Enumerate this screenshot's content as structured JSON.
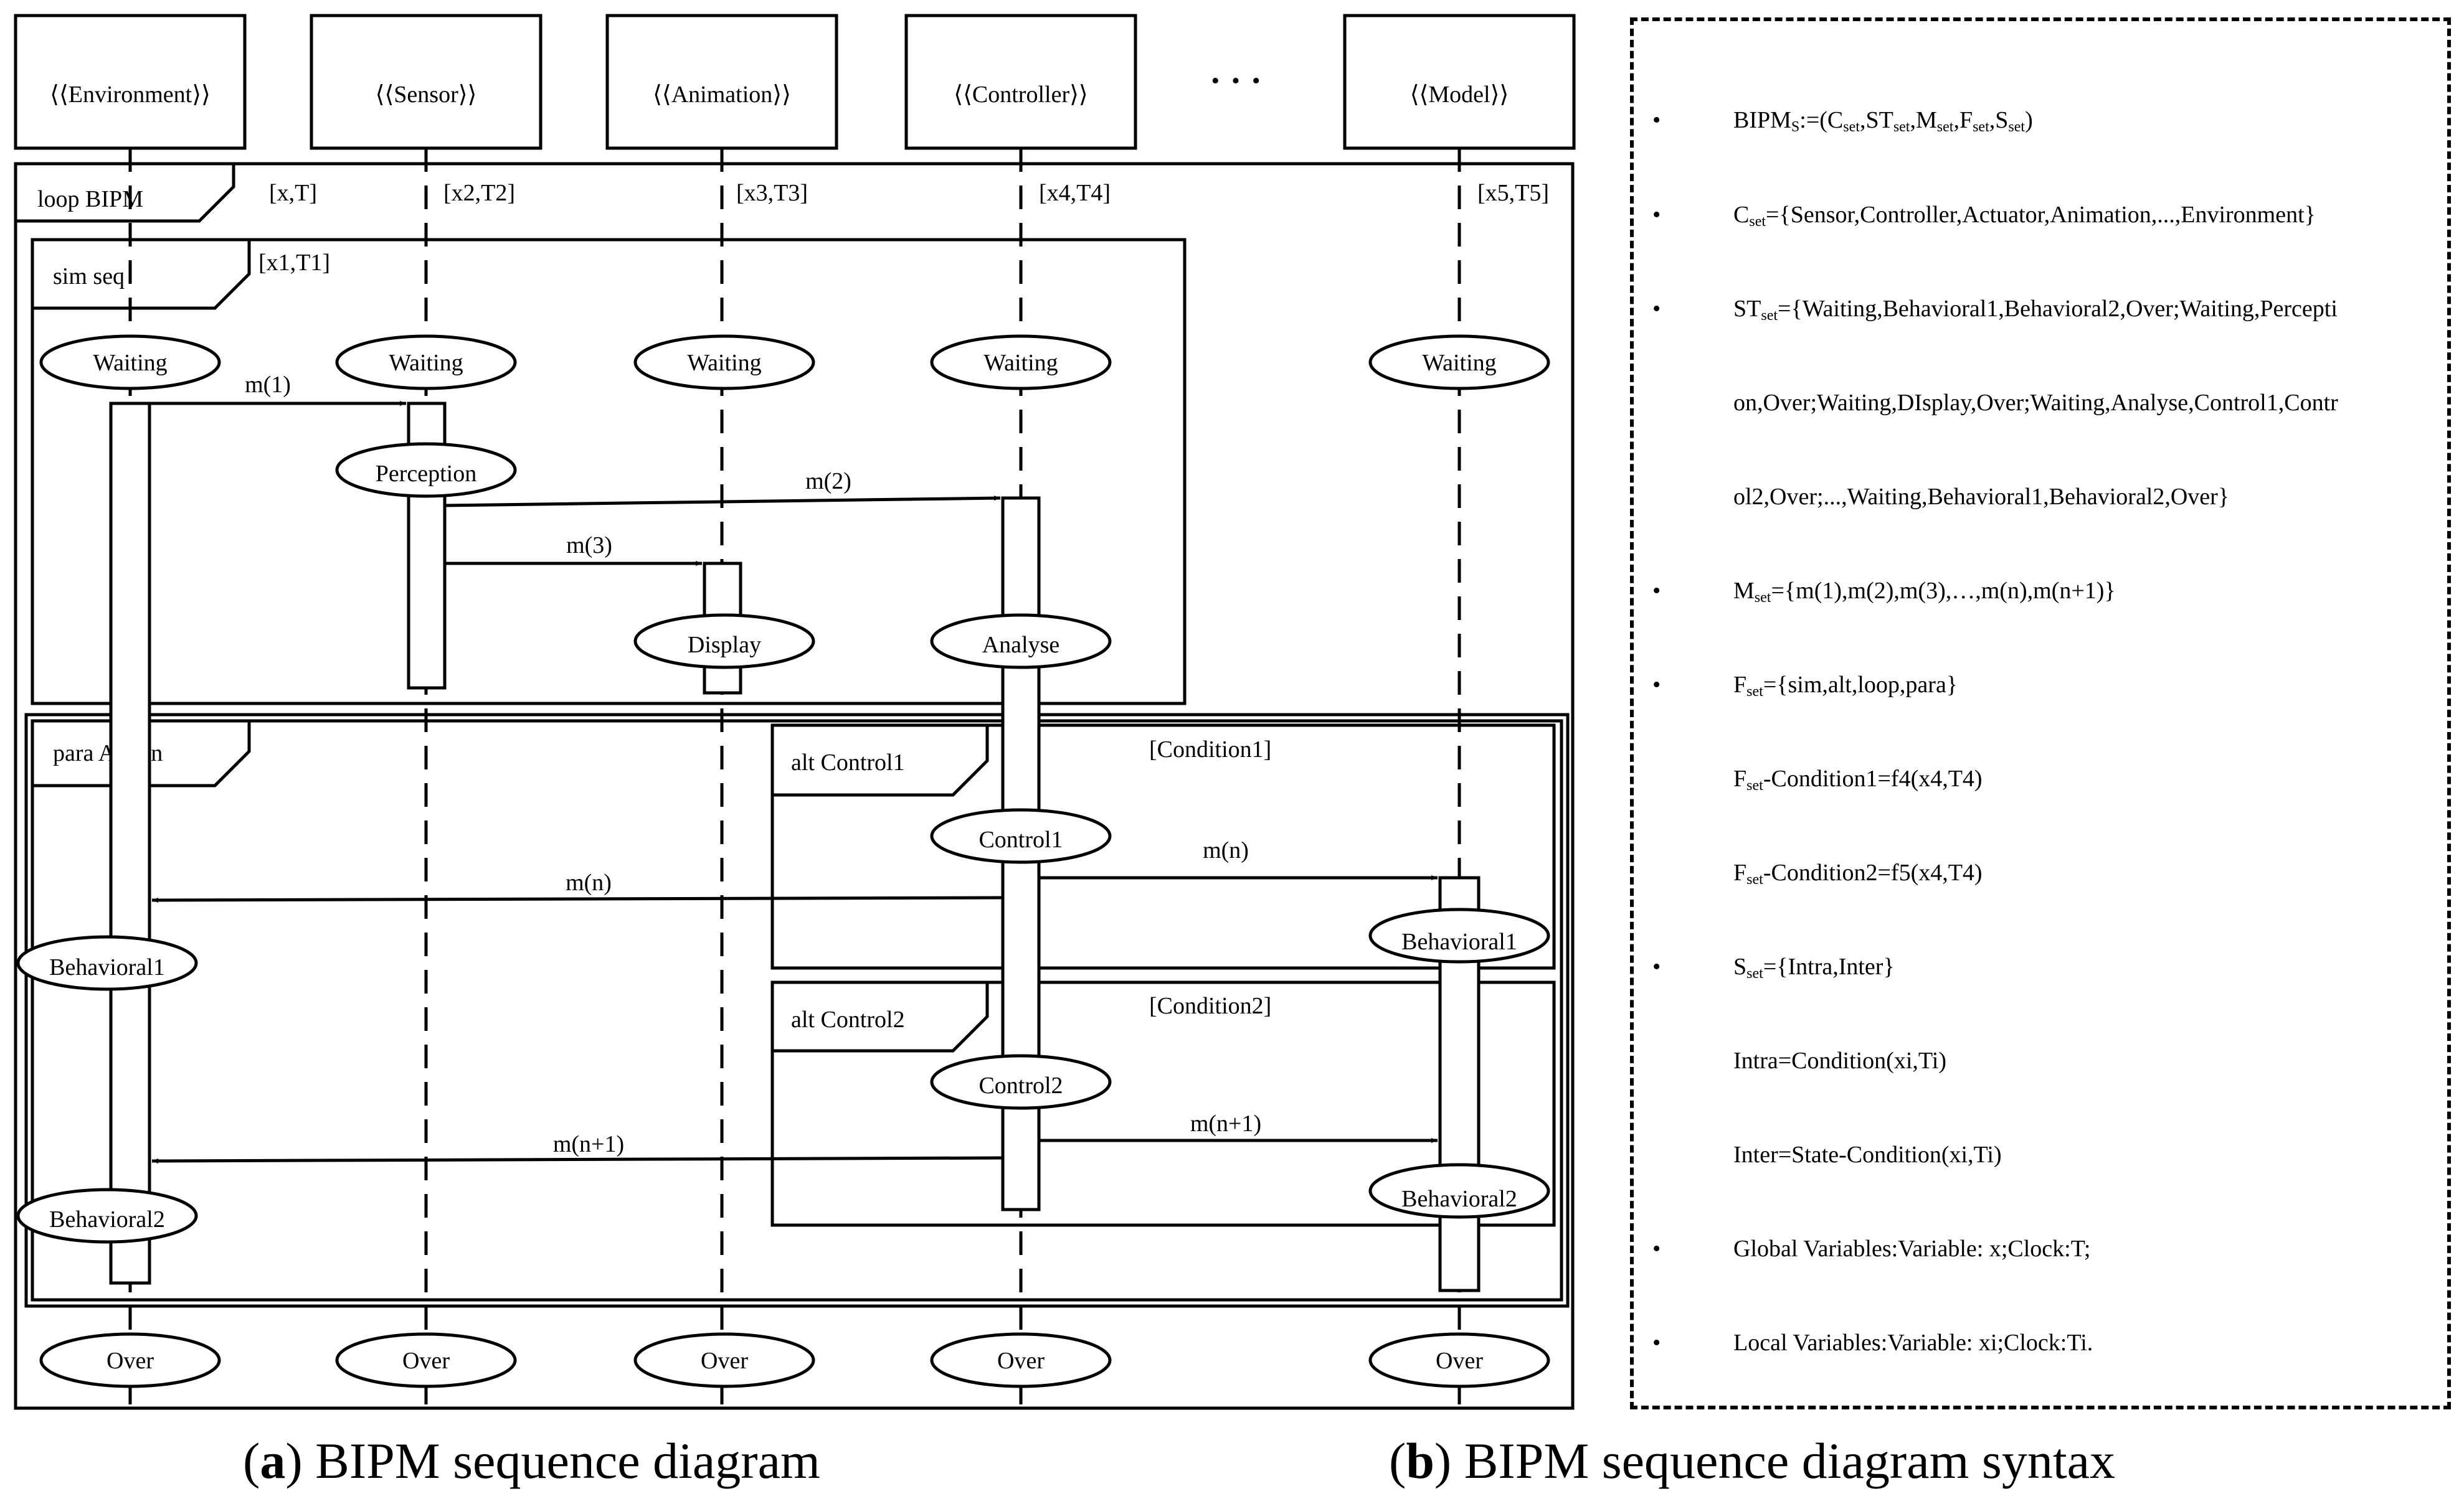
{
  "lifelines": [
    {
      "label": "⟨⟨Environment⟩⟩",
      "name": "environment"
    },
    {
      "label": "⟨⟨Sensor⟩⟩",
      "name": "sensor"
    },
    {
      "label": "⟨⟨Animation⟩⟩",
      "name": "animation"
    },
    {
      "label": "⟨⟨Controller⟩⟩",
      "name": "controller"
    },
    {
      "label": "⟨⟨Model⟩⟩",
      "name": "model"
    }
  ],
  "ellipsis": "· · ·",
  "frames": {
    "loop": "loop BIPM",
    "sim": "sim seq",
    "para": "para Action",
    "alt1": "alt Control1",
    "alt2": "alt Control2"
  },
  "guards": {
    "loop": "[x,T]",
    "sim": "[x1,T1]",
    "sensor": "[x2,T2]",
    "animation": "[x3,T3]",
    "controller": "[x4,T4]",
    "model": "[x5,T5]",
    "cond1": "[Condition1]",
    "cond2": "[Condition2]"
  },
  "states": {
    "waiting": "Waiting",
    "perception": "Perception",
    "display": "Display",
    "analyse": "Analyse",
    "control1": "Control1",
    "control2": "Control2",
    "behavioral1": "Behavioral1",
    "behavioral2": "Behavioral2",
    "over": "Over"
  },
  "messages": {
    "m1": "m(1)",
    "m2": "m(2)",
    "m3": "m(3)",
    "mn_env": "m(n)",
    "mn_model": "m(n)",
    "mn1_env": "m(n+1)",
    "mn1_model": "m(n+1)"
  },
  "captions": {
    "a_letter": "a",
    "a_text": " BIPM sequence diagram",
    "b_letter": "b",
    "b_text": " BIPM sequence diagram syntax"
  },
  "syntax": {
    "bullet": "•",
    "bipm": {
      "pre": "BIPM",
      "sub": "S",
      "post": ":=(C",
      "rest": [
        [
          "set",
          ",ST"
        ],
        [
          "set",
          ",M"
        ],
        [
          "set",
          ",F"
        ],
        [
          "set",
          ",S"
        ],
        [
          "set",
          ")"
        ]
      ]
    },
    "c_set": {
      "pre": "C",
      "sub": "set",
      "post": "={Sensor,Controller,Actuator,Animation,...,Environment}"
    },
    "st_set": {
      "pre": "ST",
      "sub": "set",
      "post": "={Waiting,Behavioral1,Behavioral2,Over;Waiting,Percepti"
    },
    "st_cont1": "on,Over;Waiting,DIsplay,Over;Waiting,Analyse,Control1,Contr",
    "st_cont2": "ol2,Over;...,Waiting,Behavioral1,Behavioral2,Over}",
    "m_set": {
      "pre": "M",
      "sub": "set",
      "post": "={m(1),m(2),m(3),…,m(n),m(n+1)}"
    },
    "f_set": {
      "pre": "F",
      "sub": "set",
      "post": "={sim,alt,loop,para}"
    },
    "f_cond1": {
      "pre": "F",
      "sub": "set",
      "post": "-Condition1=f4(x4,T4)"
    },
    "f_cond2": {
      "pre": "F",
      "sub": "set",
      "post": "-Condition2=f5(x4,T4)"
    },
    "s_set": {
      "pre": "S",
      "sub": "set",
      "post": "={Intra,Inter}"
    },
    "intra": "Intra=Condition(xi,Ti)",
    "inter": "Inter=State-Condition(xi,Ti)",
    "global": "Global Variables:Variable: x;Clock:T;",
    "local": "Local Variables:Variable: xi;Clock:Ti."
  }
}
